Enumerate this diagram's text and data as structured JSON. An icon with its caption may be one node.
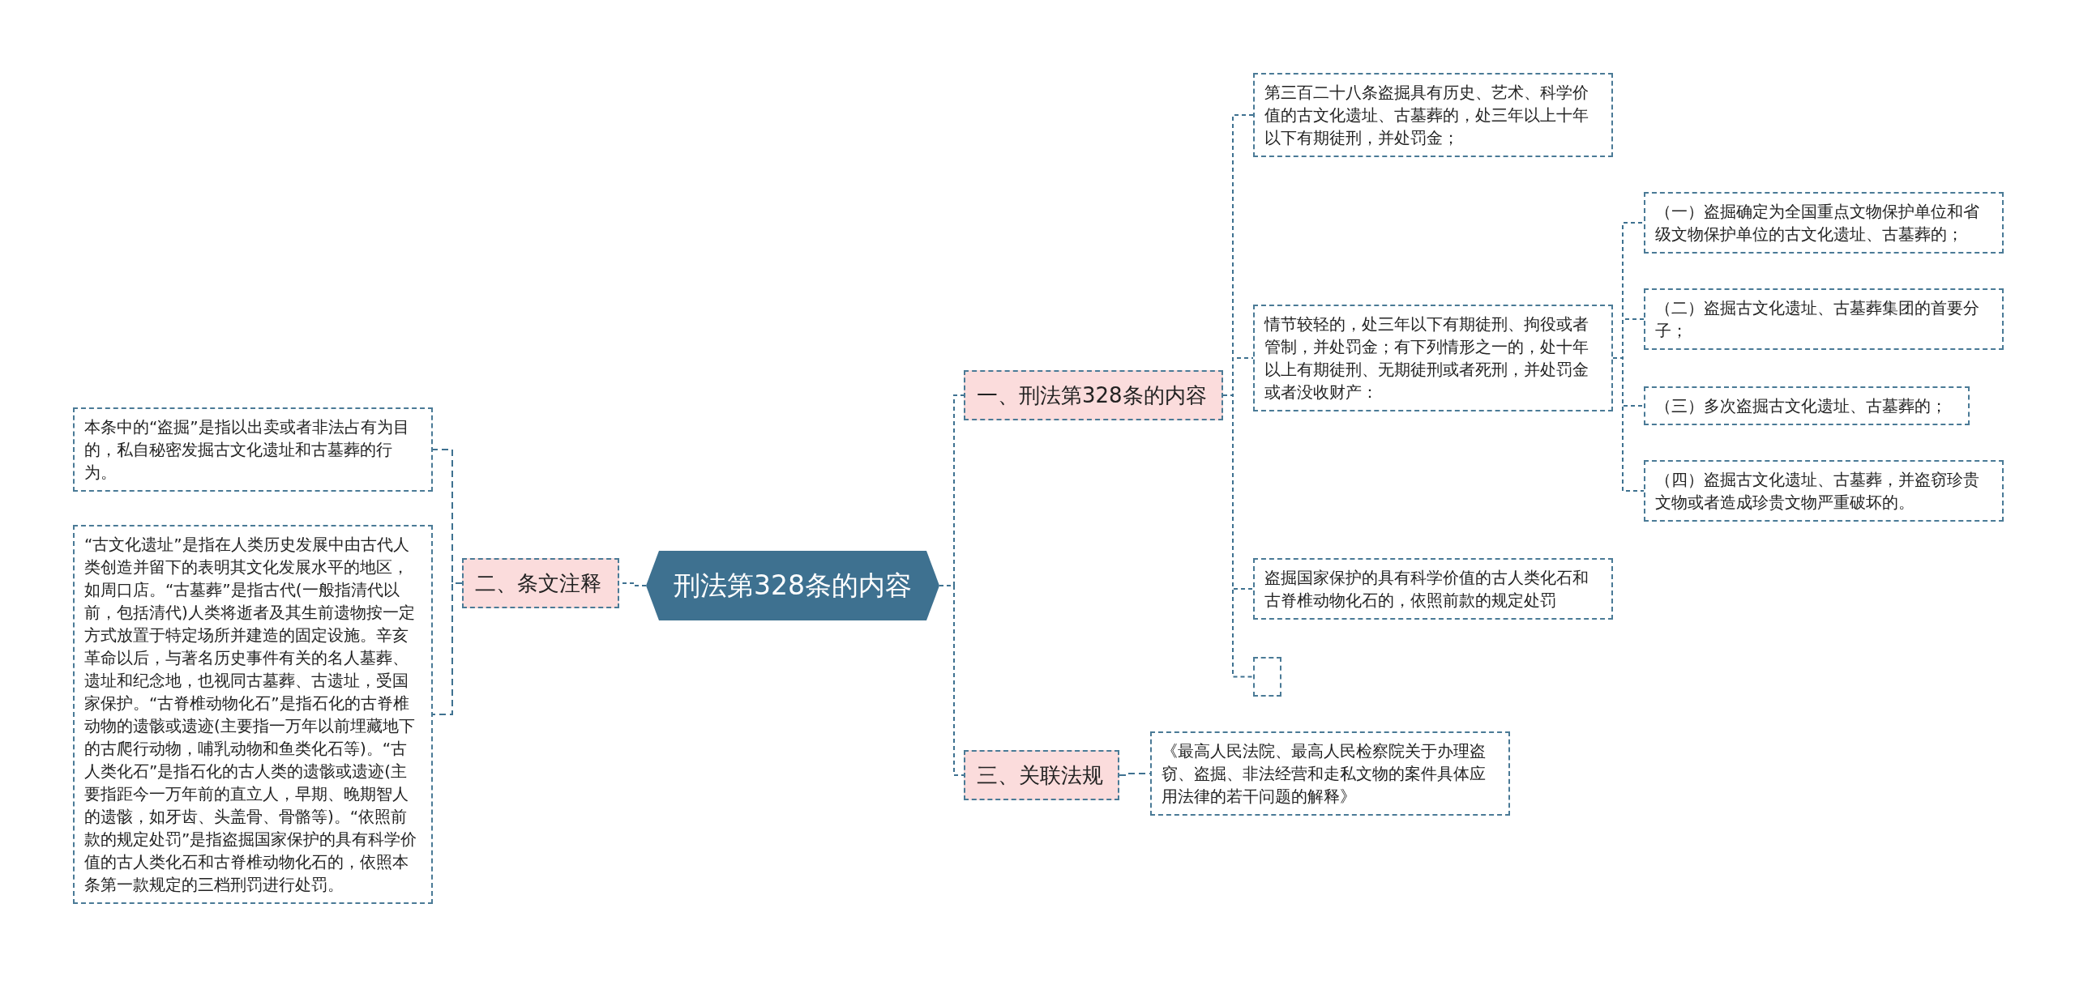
{
  "diagram": {
    "nodes": [
      {
        "text": [
          "刑法第328条的内容"
        ]
      },
      {
        "text": [
          "一、刑法第328条的内容"
        ]
      },
      {
        "text": [
          "第三百二十八条盗掘具有历史、艺术、科学价值的古文化遗址、古墓葬的，处三年以上十年以下有期徒刑，并处罚金；"
        ]
      },
      {
        "text": [
          "情节较轻的，处三年以下有期徒刑、拘役或者管制，并处罚金；有下列情形之一的，处十年以上有期徒刑、无期徒刑或者死刑，并处罚金或者没收财产："
        ]
      },
      {
        "text": [
          "（一）盗掘确定为全国重点文物保护单位和省级文物保护单位的古文化遗址、古墓葬的；"
        ]
      },
      {
        "text": [
          "（二）盗掘古文化遗址、古墓葬集团的首要分子；"
        ]
      },
      {
        "text": [
          "（三）多次盗掘古文化遗址、古墓葬的；"
        ]
      },
      {
        "text": [
          "（四）盗掘古文化遗址、古墓葬，并盗窃珍贵文物或者造成珍贵文物严重破坏的。"
        ]
      },
      {
        "text": [
          "盗掘国家保护的具有科学价值的古人类化石和古脊椎动物化石的，依照前款的规定处罚"
        ]
      },
      {
        "text": [],
        "shape": "box"
      },
      {
        "text": [
          "三、关联法规"
        ]
      },
      {
        "text": [
          "《最高人民法院、最高人民检察院关于办理盗窃、盗掘、非法经营和走私文物的案件具体应用法律的若干问题的解释》"
        ]
      },
      {
        "text": [
          "二、条文注释"
        ]
      },
      {
        "text": [
          "本条中的“盗掘”是指以出卖或者非法占有为目的，私自秘密发掘古文化遗址和古墓葬的行为。"
        ]
      },
      {
        "text": [
          "“古文化遗址”是指在人类历史发展中由古代人类创造并留下的表明其文化发展水平的地区，如周口店。“古墓葬”是指古代(一般指清代以前，包括清代)人类将逝者及其生前遗物按一定方式放置于特定场所并建造的固定设施。辛亥革命以后，与著名历史事件有关的名人墓葬、遗址和纪念地，也视同古墓葬、古遗址，受国家保护。“古脊椎动物化石”是指石化的古脊椎动物的遗骸或遗迹(主要指一万年以前埋藏地下的古爬行动物，哺乳动物和鱼类化石等)。“古人类化石”是指石化的古人类的遗骸或遗迹(主要指距今一万年前的直立人，早期、晚期智人的遗骸，如牙齿、头盖骨、骨骼等)。“依照前款的规定处罚”是指盗掘国家保护的具有科学价值的古人类化石和古脊椎动物化石的，依照本条第一款规定的三档刑罚进行处罚。"
        ]
      }
    ],
    "edges": [
      {
        "from": 0,
        "to": 1,
        "arrow": "none"
      },
      {
        "from": 1,
        "to": 2,
        "arrow": "none"
      },
      {
        "from": 1,
        "to": 3,
        "arrow": "none"
      },
      {
        "from": 3,
        "to": 4,
        "arrow": "none"
      },
      {
        "from": 3,
        "to": 5,
        "arrow": "none"
      },
      {
        "from": 3,
        "to": 6,
        "arrow": "none"
      },
      {
        "from": 3,
        "to": 7,
        "arrow": "none"
      },
      {
        "from": 1,
        "to": 8,
        "arrow": "none"
      },
      {
        "from": 1,
        "to": 9,
        "arrow": "none"
      },
      {
        "from": 0,
        "to": 10,
        "arrow": "none"
      },
      {
        "from": 10,
        "to": 11,
        "arrow": "none",
        "style": "dashed"
      },
      {
        "from": 0,
        "to": 12,
        "arrow": "none"
      },
      {
        "from": 12,
        "to": 13,
        "arrow": "none",
        "style": "dashed"
      },
      {
        "from": 12,
        "to": 14,
        "arrow": "none",
        "style": "dashed"
      }
    ]
  }
}
